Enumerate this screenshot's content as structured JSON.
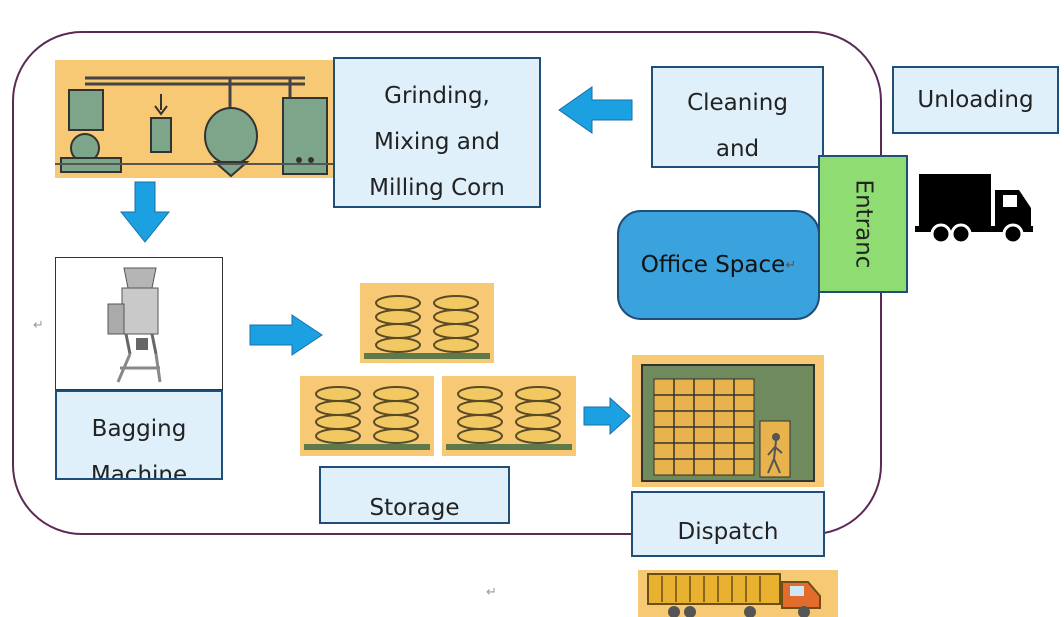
{
  "labels": {
    "grinding_line1": "Grinding,",
    "grinding_line2": "Mixing and",
    "grinding_line3": "Milling  Corn",
    "cleaning_line1": "Cleaning",
    "cleaning_line2": "and",
    "unloading": "Unloading",
    "entrance": "Entranc",
    "office": "Office Space",
    "bagging_line1": "Bagging",
    "bagging_line2": "Machine",
    "storage": "Storage",
    "dispatch": "Dispatch"
  },
  "marks": {
    "return": "↵"
  },
  "colors": {
    "arrow": "#1ba1e2",
    "box_fill": "#dff0fb",
    "box_border": "#1f4e79",
    "office_fill": "#3aa2dc",
    "entrance_fill": "#8fdc72",
    "boundary": "#5b2a54",
    "illustration_bg": "#f7c974"
  }
}
